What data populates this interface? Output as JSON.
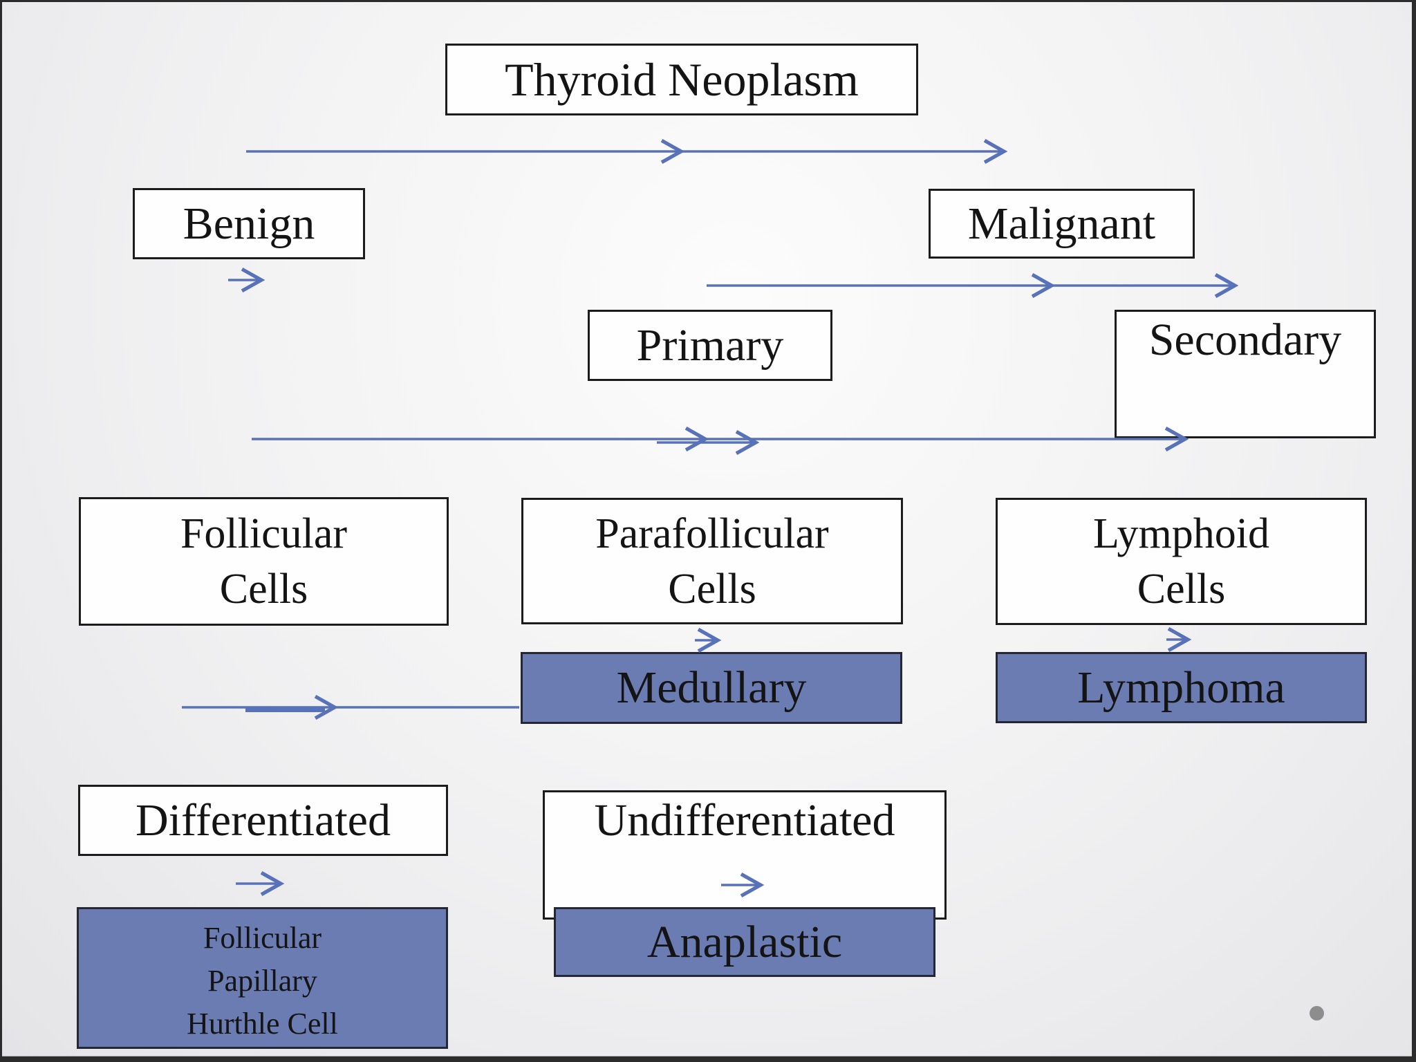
{
  "slide": {
    "title": "Thyroid Neoplasm"
  },
  "boxes": {
    "benign": "Benign",
    "malignant": "Malignant",
    "primary": "Primary",
    "secondary": "Secondary",
    "follicular_cells": {
      "line1": "Follicular",
      "line2": "Cells"
    },
    "parafollicular_cells": {
      "line1": "Parafollicular",
      "line2": "Cells"
    },
    "lymphoid_cells": {
      "line1": "Lymphoid",
      "line2": "Cells"
    },
    "medullary": "Medullary",
    "lymphoma": "Lymphoma",
    "differentiated": "Differentiated",
    "undifferentiated": "Undifferentiated",
    "follicular_types": {
      "lines": [
        "Follicular",
        "Papillary",
        "Hurthle Cell"
      ]
    },
    "anaplastic": "Anaplastic"
  },
  "edges": [
    {
      "from": "thyroid-neoplasm",
      "to": "benign-malignant-row"
    },
    {
      "from": "malignant",
      "to": "primary-secondary-row"
    },
    {
      "from": "primary",
      "to": "cells-row"
    },
    {
      "from": "follicular-cells",
      "to": "medullary-differentiated"
    },
    {
      "from": "parafollicular-cells",
      "to": "medullary"
    },
    {
      "from": "lymphoid-cells",
      "to": "lymphoma"
    },
    {
      "from": "differentiated",
      "to": "follicular-papillary-hurthle"
    },
    {
      "from": "undifferentiated",
      "to": "anaplastic"
    }
  ],
  "colors": {
    "filled_box_blue": "#6b7cb3",
    "arrow_blue": "#5872ba",
    "box_border": "#1c1c1c",
    "text": "#141414",
    "frame": "#2c2c2c",
    "corner_dot_gray": "#8d8d8d"
  }
}
